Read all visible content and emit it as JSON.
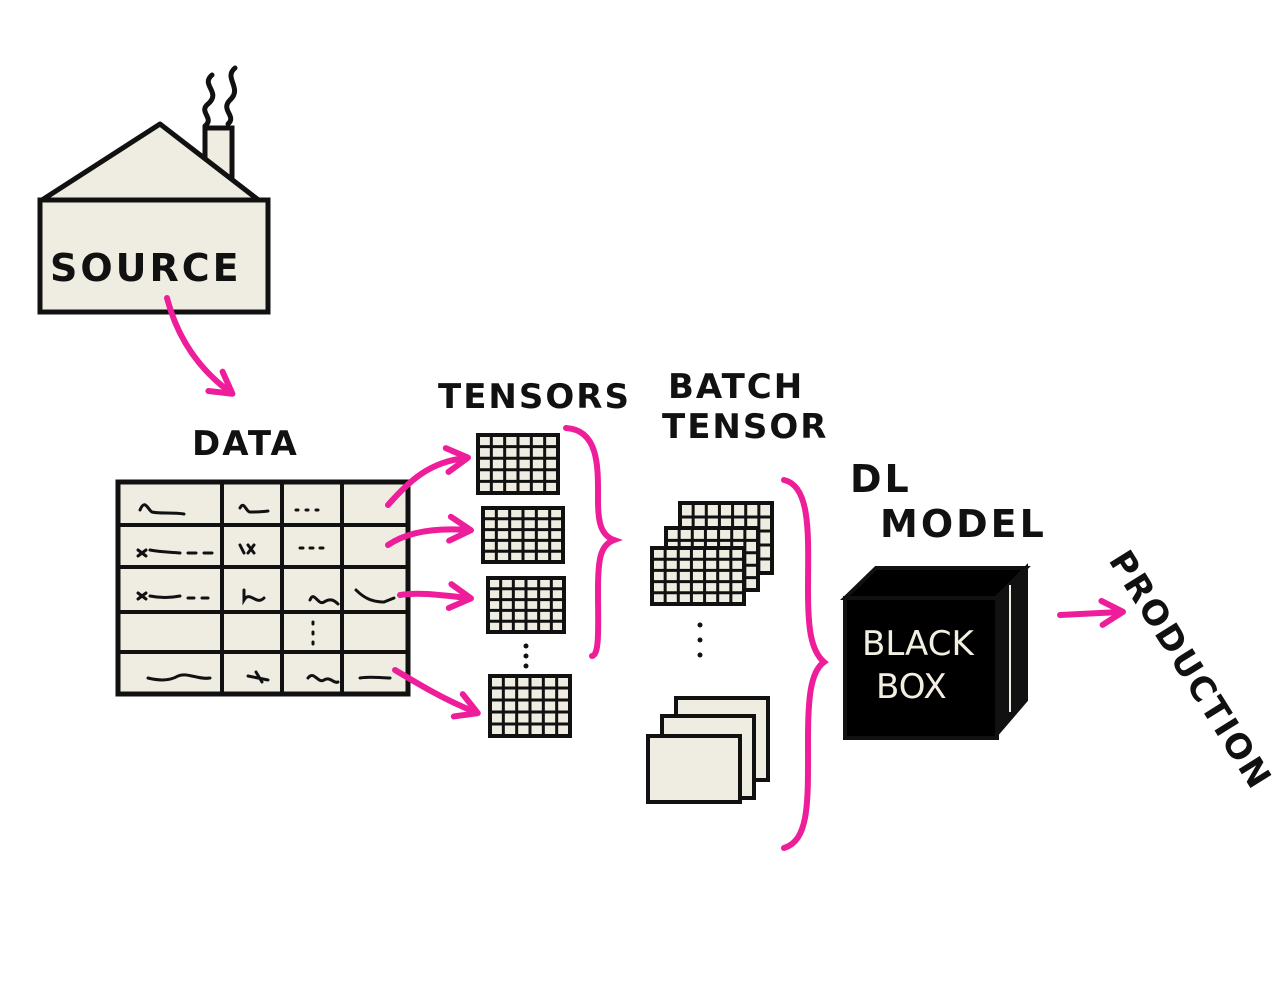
{
  "labels": {
    "source": "SOURCE",
    "data": "DATA",
    "tensors": "TENSORS",
    "batch_line1": "BATCH",
    "batch_line2": "TENSOR",
    "dl_line1": "DL",
    "dl_line2": "MODEL",
    "box_line1": "BLACK",
    "box_line2": "BOX",
    "production": "PRODUCTION"
  },
  "colors": {
    "paper": "#efede2",
    "ink": "#111111",
    "accent": "#ee1e9a",
    "box": "#000000"
  },
  "icons": {
    "house": "house-icon",
    "smoke": "smoke-icon",
    "table": "data-table-icon",
    "tensor": "grid-tensor-icon",
    "box": "black-box-icon"
  }
}
